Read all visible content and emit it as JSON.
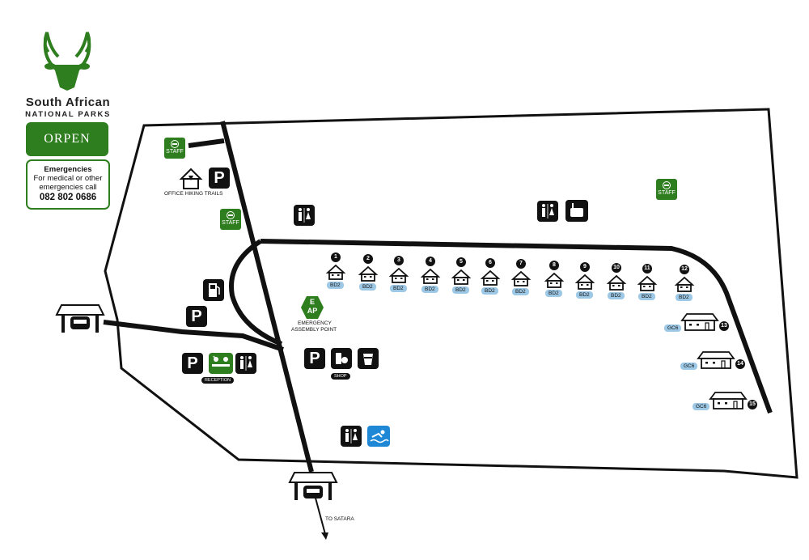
{
  "brand": {
    "name_line1": "South African",
    "name_line2": "NATIONAL PARKS",
    "camp_name": "ORPEN",
    "logo_icon": "kudu-head-logo"
  },
  "emergency": {
    "title": "Emergencies",
    "line1": "For medical or other",
    "line2": "emergencies call",
    "phone": "082 802 0686"
  },
  "labels": {
    "office_hiking": "OFFICE HIKING TRAILS",
    "reception": "RECEPTION",
    "shop": "SHOP",
    "assembly_1": "EMERGENCY",
    "assembly_2": "ASSEMBLY POINT",
    "to_satara": "TO SATARA",
    "staff": "STAFF",
    "parking": "P",
    "eap_top": "E",
    "eap_bottom": "AP"
  },
  "units": [
    {
      "number": "1",
      "type": "BD2"
    },
    {
      "number": "2",
      "type": "BD2"
    },
    {
      "number": "3",
      "type": "BD2"
    },
    {
      "number": "4",
      "type": "BD2"
    },
    {
      "number": "5",
      "type": "BD2"
    },
    {
      "number": "6",
      "type": "BD2"
    },
    {
      "number": "7",
      "type": "BD2"
    },
    {
      "number": "8",
      "type": "BD2"
    },
    {
      "number": "9",
      "type": "BD2"
    },
    {
      "number": "10",
      "type": "BD2"
    },
    {
      "number": "11",
      "type": "BD2"
    },
    {
      "number": "12",
      "type": "BD2"
    },
    {
      "number": "13",
      "type": "GC6"
    },
    {
      "number": "14",
      "type": "GC6"
    },
    {
      "number": "15",
      "type": "GC6"
    }
  ],
  "colors": {
    "sanparks_green": "#2e7d1f",
    "unit_label_blue": "#9ec9e6",
    "pool_blue": "#1e88d6",
    "road": "#111111"
  }
}
